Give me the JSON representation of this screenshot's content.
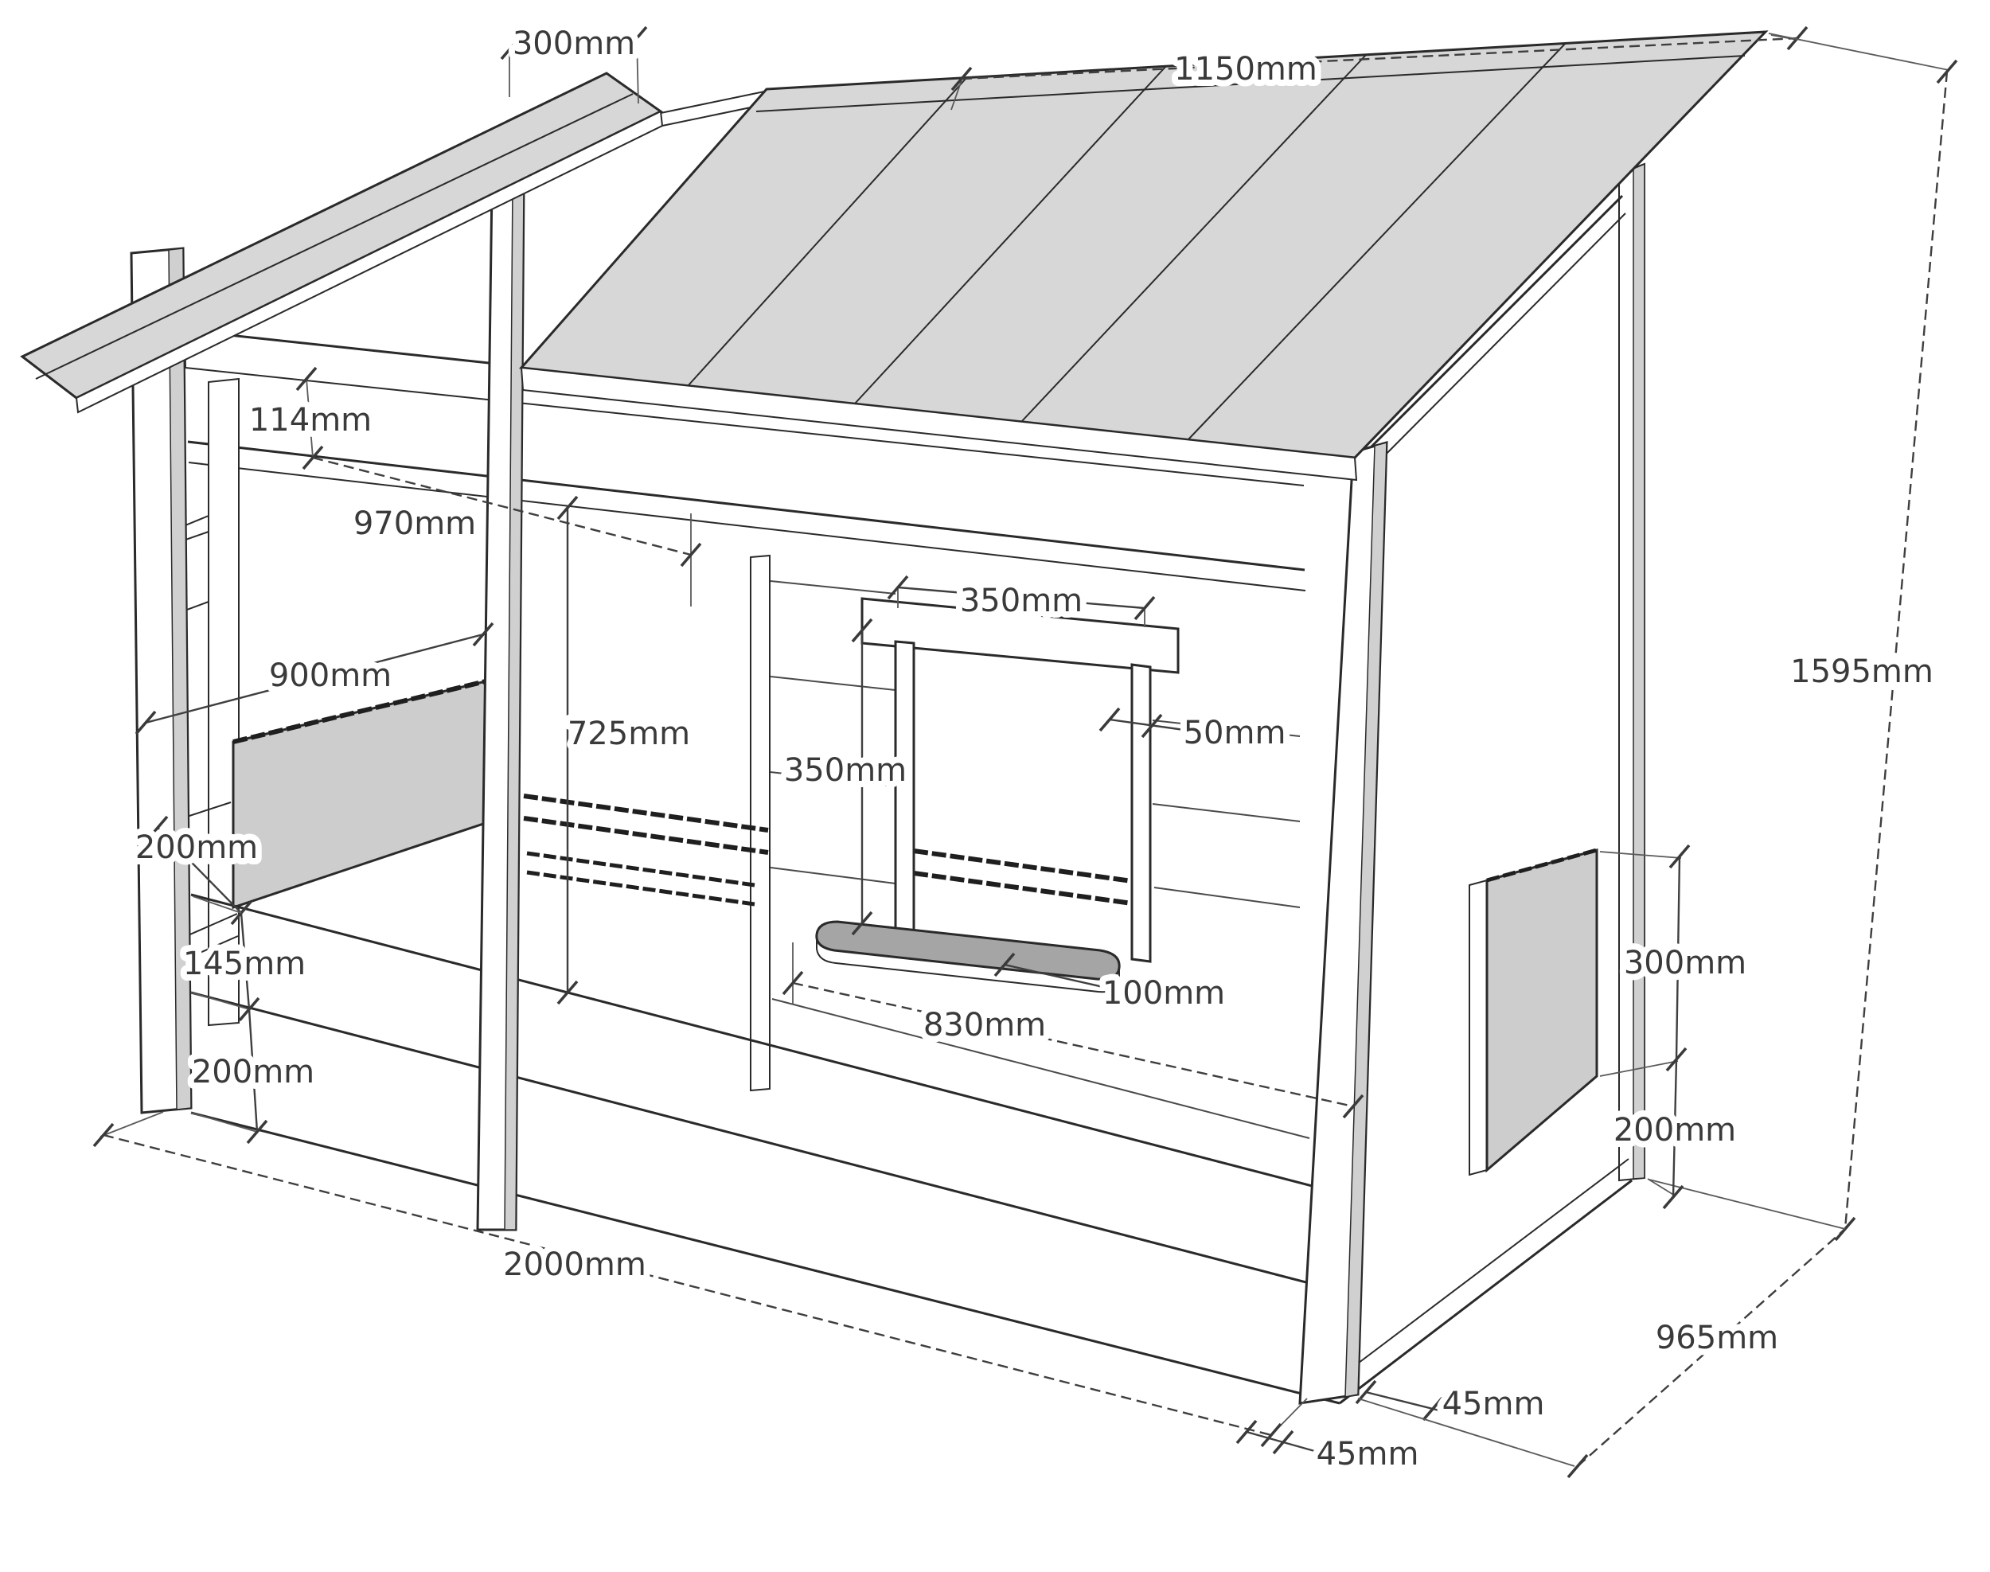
{
  "drawing": {
    "kind": "isometric furniture assembly drawing",
    "subject": "house-frame children bed with slanted plank roof, window opening, shelf and dimension callouts"
  },
  "colors": {
    "background": "#ffffff",
    "line": "#2a2a2a",
    "dimension_line": "#3f3f3f",
    "roof_fill": "#d7d7d7",
    "panel_fill": "#cdcdcd",
    "shelf_fill": "#a5a5a5",
    "post_side_fill": "#d0d0d0"
  },
  "dimensions": {
    "left_roof_plank_width": "300mm",
    "main_roof_width": "1150mm",
    "top_rail_offset": "114mm",
    "gable_opening_width": "970mm",
    "side_panel_length": "900mm",
    "front_wall_height": "725mm",
    "window_width": "350mm",
    "window_height": "350mm",
    "window_frame_board_width": "50mm",
    "side_panel_bottom_offset": "200mm",
    "bed_rail_height": "145mm",
    "base_board_height": "200mm",
    "window_shelf_depth": "100mm",
    "window_wall_length": "830mm",
    "bed_length": "2000mm",
    "footboard_panel_height": "300mm",
    "footboard_base_offset": "200mm",
    "overall_height": "1595mm",
    "overall_depth": "965mm",
    "post_depth": "45mm",
    "post_width": "45mm"
  }
}
